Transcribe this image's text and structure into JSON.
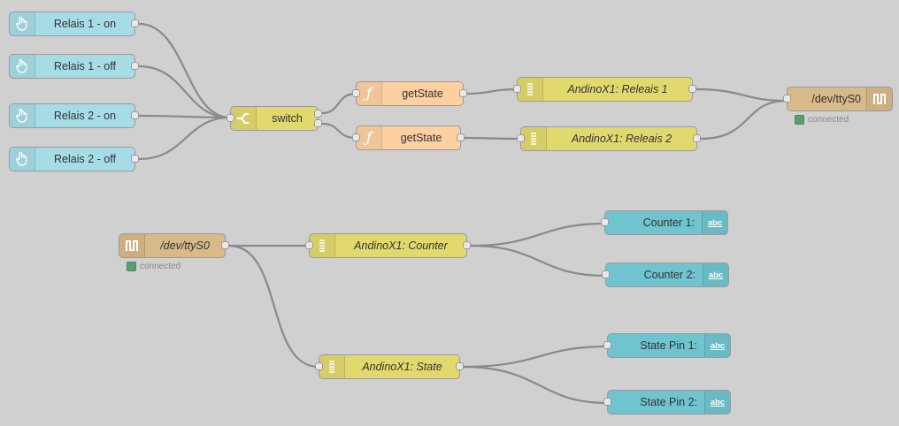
{
  "status_text": "connected",
  "colors": {
    "inject": "#a6dce5",
    "function": "#fdd0a2",
    "switch": "#e2d96e",
    "parser": "#e2d96e",
    "serial": "#d8b98a",
    "debug": "#6fc4cf",
    "status_ok": "#5a9e6f"
  },
  "flow1": {
    "inject_1": {
      "label": "Relais 1 - on",
      "icon": "hand-pointer-icon"
    },
    "inject_2": {
      "label": "Relais 1 - off",
      "icon": "hand-pointer-icon"
    },
    "inject_3": {
      "label": "Relais 2 - on",
      "icon": "hand-pointer-icon"
    },
    "inject_4": {
      "label": "Relais 2 - off",
      "icon": "hand-pointer-icon"
    },
    "switch": {
      "label": "switch",
      "icon": "switch-icon"
    },
    "function_1": {
      "label": "getState",
      "icon": "function-icon"
    },
    "function_2": {
      "label": "getState",
      "icon": "function-icon"
    },
    "parser_1": {
      "label": "AndinoX1: Releais 1",
      "icon": "parser-icon"
    },
    "parser_2": {
      "label": "AndinoX1: Releais 2",
      "icon": "parser-icon"
    },
    "serial_out": {
      "label": "/dev/ttyS0",
      "icon": "serial-icon",
      "status": "connected"
    }
  },
  "flow2": {
    "serial_in": {
      "label": "/dev/ttyS0",
      "icon": "serial-icon",
      "status": "connected"
    },
    "parser_counter": {
      "label": "AndinoX1: Counter",
      "icon": "parser-icon"
    },
    "parser_state": {
      "label": "AndinoX1: State",
      "icon": "parser-icon"
    },
    "debug_1": {
      "label": "Counter 1:",
      "icon": "abc"
    },
    "debug_2": {
      "label": "Counter 2:",
      "icon": "abc"
    },
    "debug_3": {
      "label": "State Pin 1:",
      "icon": "abc"
    },
    "debug_4": {
      "label": "State Pin 2:",
      "icon": "abc"
    }
  }
}
